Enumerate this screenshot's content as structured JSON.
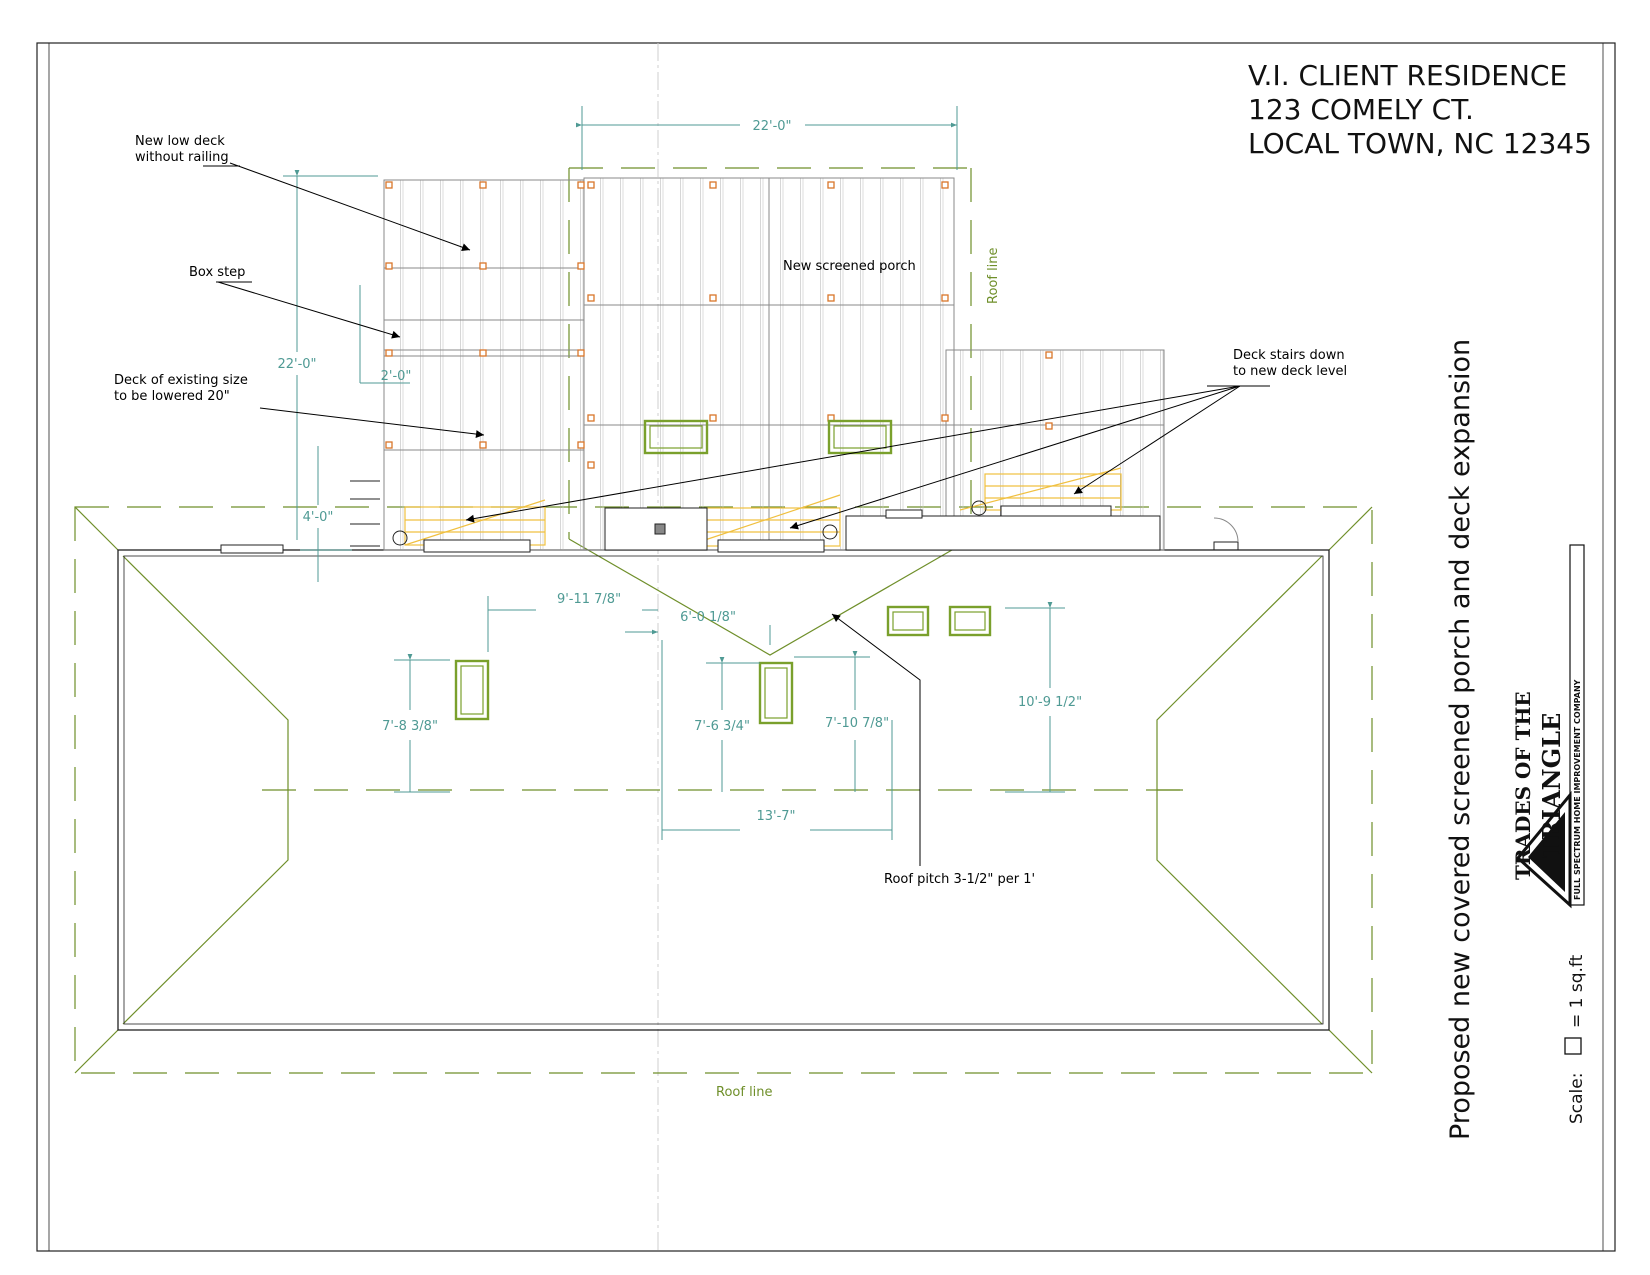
{
  "title": {
    "line1": "V.I. CLIENT RESIDENCE",
    "line2": "123 COMELY CT.",
    "line3": "LOCAL TOWN, NC 12345"
  },
  "side_title": "Proposed new covered screened porch and deck expansion",
  "scale": {
    "label": "Scale:",
    "value": "= 1 sq.ft"
  },
  "logo": {
    "line1": "TRADES OF THE",
    "line2": "TRIANGLE",
    "tagline": "FULL SPECTRUM HOME IMPROVEMENT COMPANY"
  },
  "notes": {
    "low_deck_1": "New low deck",
    "low_deck_2": "without railing",
    "box_step": "Box step",
    "deck_existing_1": "Deck of existing size",
    "deck_existing_2": "to be lowered 20\"",
    "screened_porch": "New screened porch",
    "stairs_1": "Deck stairs down",
    "stairs_2": "to new deck level",
    "roof_pitch": "Roof pitch 3-1/2\" per 1'"
  },
  "roof_lines": {
    "top": "Roof line",
    "bottom": "Roof line"
  },
  "dimensions": {
    "porch_width": "22'-0\"",
    "deck_height": "22'-0\"",
    "box_step": "2'-0\"",
    "deck_offset": "4'-0\"",
    "offset_a": "9'-11 7/8\"",
    "offset_b": "6'-0 1/8\"",
    "window_left": "7'-8 3/8\"",
    "window_mid": "7'-6 3/4\"",
    "window_mid2": "7'-10 7/8\"",
    "window_right": "10'-9 1/2\"",
    "span_bottom": "13'-7\""
  },
  "colors": {
    "framing": "#8a8a8a",
    "roof": "#6f8f2a",
    "dimension": "#4f9a94",
    "post": "#d9752a",
    "stair": "#f0c040",
    "window": "#7aa02c"
  }
}
